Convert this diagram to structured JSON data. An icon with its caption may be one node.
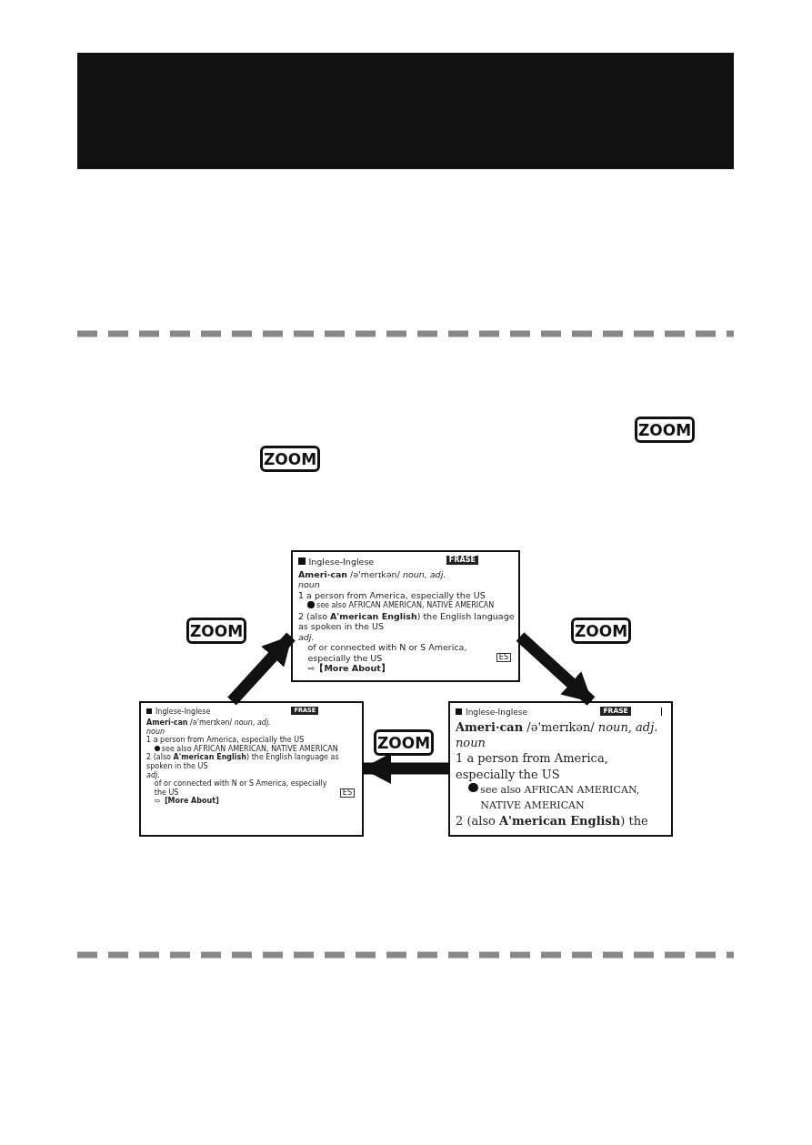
{
  "diagram": {
    "nodes": [
      {
        "text": [
          "Inglese-Inglese",
          "FRASE",
          "**Ameri·can** /ə'merɪkən/ *noun, adj.*",
          "*noun*",
          "1 a person from America, especially the US",
          "see also AFRICAN AMERICAN, NATIVE AMERICAN",
          "2 (also **A'merican English**) the English language as spoken in the US",
          "*adj.*",
          "of or connected with N or S America, especially the US",
          "ES",
          "⇨**【More About】**"
        ]
      },
      {
        "text": [
          "Inglese-Inglese",
          "FRASE",
          "**Ameri·can** /ə'merɪkən/ *noun, adj.*",
          "*noun*",
          "1 a person from America, especially the US",
          "see also AFRICAN AMERICAN, NATIVE AMERICAN",
          "2 (also **A'merican English**) the"
        ]
      },
      {
        "text": [
          "Inglese-Inglese",
          "FRASE",
          "**Ameri·can** /ə'merɪkən/ *noun, adj.*",
          "*noun*",
          "1 a person from America, especially the US",
          "see also AFRICAN AMERICAN, NATIVE AMERICAN",
          "2 (also **A'merican English**) the English language as spoken in the US",
          "*adj.*",
          "of or connected with N or S America, especially the US",
          "ES",
          "⇨**【More About】**"
        ]
      }
    ],
    "edges": [
      {
        "from": 0,
        "to": 1,
        "arrow": "to",
        "label": "ZOOM"
      },
      {
        "from": 1,
        "to": 2,
        "arrow": "to",
        "label": "ZOOM"
      },
      {
        "from": 2,
        "to": 0,
        "arrow": "to",
        "label": "ZOOM"
      }
    ],
    "labels": [
      "ZOOM",
      "ZOOM"
    ]
  }
}
